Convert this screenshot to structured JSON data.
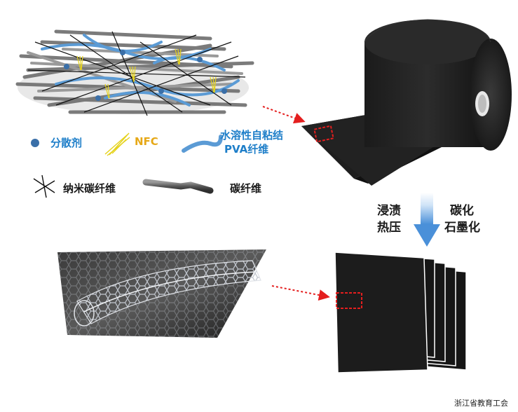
{
  "legend": {
    "dispersant_label": "分散剂",
    "nfc_label": "NFC",
    "pva_line1": "水溶性自粘结",
    "pva_line2": "PVA纤维",
    "nano_carbon_label": "纳米碳纤维",
    "carbon_fiber_label": "碳纤维"
  },
  "process": {
    "step1_line1": "浸渍",
    "step1_line2": "热压",
    "step2_line1": "碳化",
    "step2_line2": "石墨化"
  },
  "watermark": "浙江省教育工会",
  "colors": {
    "blue_text": "#1f7fc9",
    "nfc_text": "#e6a817",
    "red_arrow": "#e41e1e",
    "dark": "#1a1a1a"
  }
}
